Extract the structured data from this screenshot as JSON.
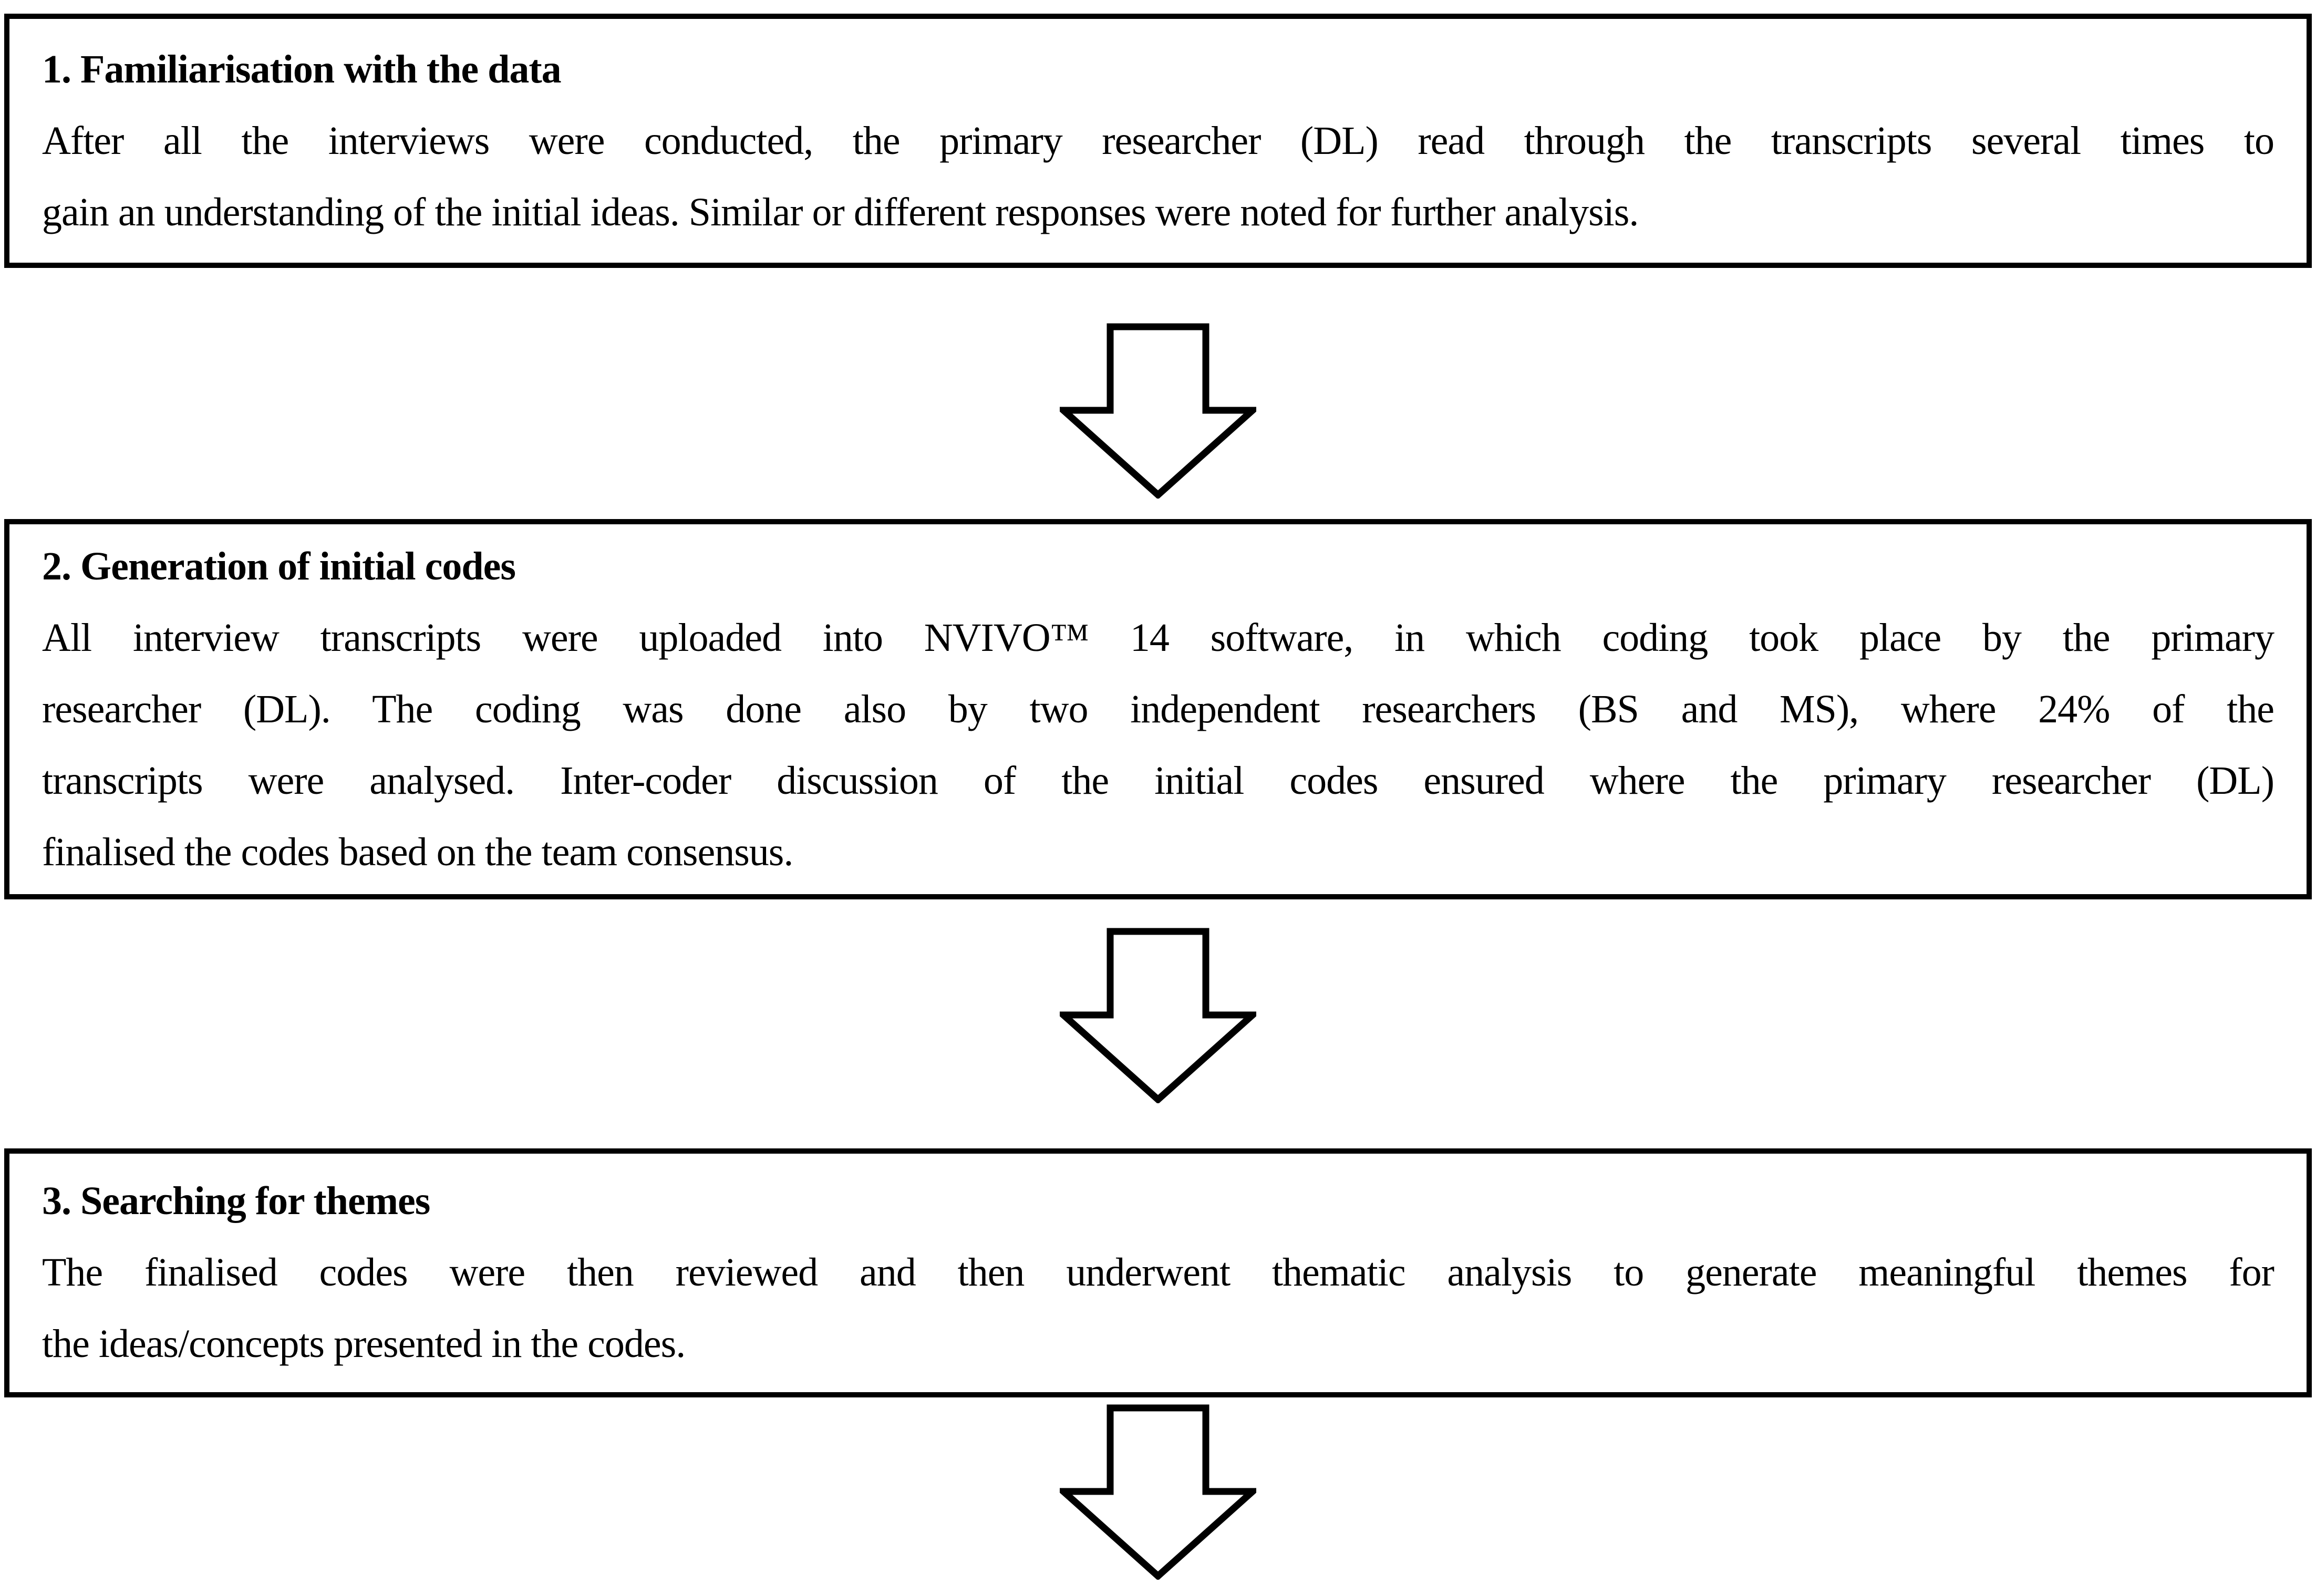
{
  "figure": {
    "type": "flowchart",
    "colors": {
      "background": "#ffffff",
      "box_border": "#000000",
      "box_fill": "#ffffff",
      "text": "#000000",
      "arrow_outline": "#000000",
      "arrow_fill": "#ffffff"
    },
    "steps": [
      {
        "title": "1. Familiarisation with the data",
        "body": "After all the interviews were conducted, the primary researcher (DL) read through the transcripts several times to gain an understanding of the initial ideas. Similar or different responses were noted for further analysis.",
        "lines": [
          "After all the interviews were conducted, the primary researcher (DL) read through the transcripts several times to",
          "gain an understanding of the initial ideas. Similar or different responses were noted for further analysis."
        ]
      },
      {
        "title": "2. Generation of initial codes",
        "body": "All interview transcripts were uploaded into NVIVO™ 14 software, in which coding took place by the primary researcher (DL). The coding was done also by two independent researchers (BS and MS), where 24% of the transcripts were analysed. Inter-coder discussion of the initial codes ensured where the primary researcher (DL) finalised the codes based on the team consensus.",
        "lines": [
          "All interview transcripts were uploaded into NVIVO™ 14 software, in which coding took place by the primary",
          "researcher (DL). The coding was done also by two independent researchers (BS and MS), where 24% of the",
          "transcripts were analysed. Inter-coder discussion of the initial codes ensured where the primary researcher (DL)",
          "finalised the codes based on the team consensus."
        ]
      },
      {
        "title": "3. Searching for themes",
        "body": "The finalised codes were then reviewed and then underwent thematic analysis to generate meaningful themes for the ideas/concepts presented in the codes.",
        "lines": [
          "The finalised codes were then reviewed and then underwent thematic analysis to generate meaningful themes for",
          "the ideas/concepts presented in the codes."
        ]
      }
    ],
    "connectors": [
      {
        "icon": "block-down-arrow"
      },
      {
        "icon": "block-down-arrow"
      },
      {
        "icon": "block-down-arrow"
      }
    ]
  }
}
